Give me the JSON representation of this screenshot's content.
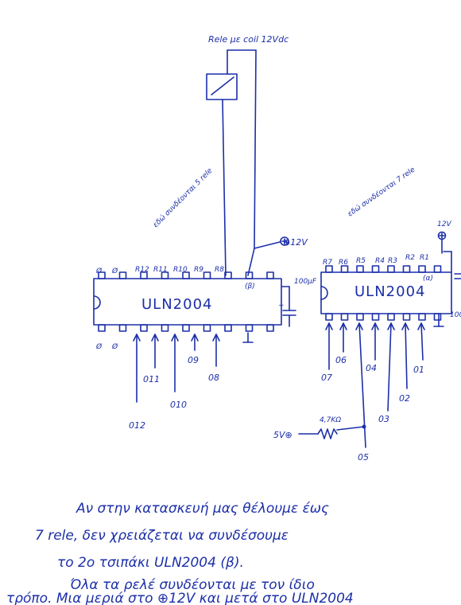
{
  "relay_label": "Rele με coil 12Vdc",
  "chip_b": {
    "name": "ULN2004",
    "tag": "(β)",
    "note": "εδώ συνδέονται 5 rele",
    "top_pins": [
      "Ø",
      "Ø",
      "R12",
      "R11",
      "R10",
      "R9",
      "R8"
    ],
    "bottom_pins": [
      "Ø",
      "Ø"
    ],
    "outputs": [
      "012",
      "011",
      "010",
      "09",
      "08"
    ]
  },
  "chip_a": {
    "name": "ULN2004",
    "tag": "(α)",
    "note": "εδώ συνδέονται 7 rele",
    "top_pins": [
      "R7",
      "R6",
      "R5",
      "R4",
      "R3",
      "R2",
      "R1"
    ],
    "outputs": [
      "07",
      "06",
      "05",
      "04",
      "03",
      "02",
      "01"
    ]
  },
  "supply": {
    "v12_mid": "⊕12V",
    "v12_right": "12V",
    "v5": "5V⊕"
  },
  "resistor": "4,7KΩ",
  "capacitor": "100μF",
  "cap_plus": "+",
  "cap_right_partial": "100",
  "text_lines": [
    "Αν στην κατασκευή μας θέλουμε έως",
    "7 rele, δεν χρειάζεται να συνδέσουμε",
    "το 2ο τσιπάκι ULN2004 (β).",
    "Όλα τα ρελέ συνδέονται με τον ίδιο",
    "τρόπο. Μια μεριά στο ⊕12V και μετά στο ULN2004"
  ]
}
